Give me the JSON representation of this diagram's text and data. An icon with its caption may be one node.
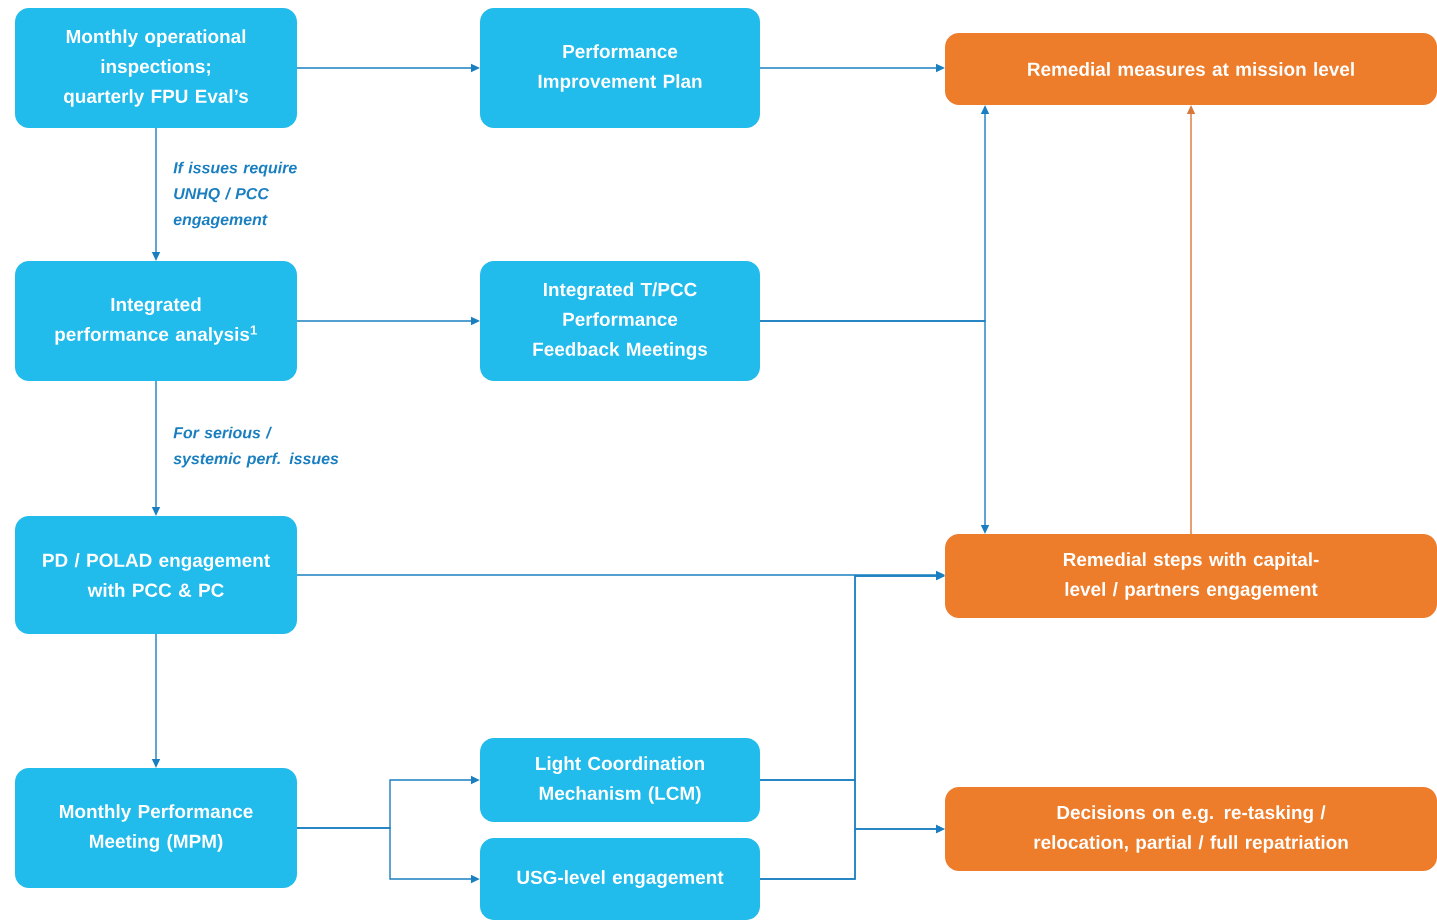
{
  "diagram": {
    "nodes": [
      {
        "text": [
          "Monthly operational inspections; quarterly FPU Eval’s"
        ]
      },
      {
        "text": [
          "Performance Improvement Plan"
        ]
      },
      {
        "text": [
          "Remedial measures at mission level"
        ]
      },
      {
        "text": [
          "Integrated performance analysis$^{1}$"
        ]
      },
      {
        "text": [
          "Integrated T/PCC Performance Feedback Meetings"
        ]
      },
      {
        "text": [
          "PD / POLAD engagement with PCC & PC"
        ]
      },
      {
        "text": [
          "Remedial steps with capital-level / partners engagement"
        ]
      },
      {
        "text": [
          "Monthly Performance Meeting (MPM)"
        ]
      },
      {
        "text": [
          "Light Coordination Mechanism (LCM)"
        ]
      },
      {
        "text": [
          "USG-level engagement"
        ]
      },
      {
        "text": [
          "Decisions on e.g. re-tasking / relocation, partial / full repatriation"
        ]
      }
    ],
    "edges": [
      {
        "from": 0,
        "to": 1,
        "arrow": "to"
      },
      {
        "from": 1,
        "to": 2,
        "arrow": "to"
      },
      {
        "from": 0,
        "to": 3,
        "arrow": "to",
        "label": "If issues require UNHQ / PCC engagement"
      },
      {
        "from": 3,
        "to": 4,
        "arrow": "to"
      },
      {
        "from": 4,
        "to": 2,
        "arrow": "to"
      },
      {
        "from": 4,
        "to": 6,
        "arrow": "to"
      },
      {
        "from": 3,
        "to": 5,
        "arrow": "to",
        "label": "For serious / systemic perf. issues"
      },
      {
        "from": 5,
        "to": 6,
        "arrow": "to"
      },
      {
        "from": 5,
        "to": 7,
        "arrow": "to"
      },
      {
        "from": 6,
        "to": 2,
        "arrow": "to",
        "color": "#d9773a"
      },
      {
        "from": 7,
        "to": 8,
        "arrow": "to"
      },
      {
        "from": 7,
        "to": 9,
        "arrow": "to"
      },
      {
        "from": 8,
        "to": 6,
        "arrow": "to"
      },
      {
        "from": 8,
        "to": 10,
        "arrow": "to"
      },
      {
        "from": 9,
        "to": 6,
        "arrow": "to"
      },
      {
        "from": 9,
        "to": 10,
        "arrow": "to"
      }
    ]
  }
}
